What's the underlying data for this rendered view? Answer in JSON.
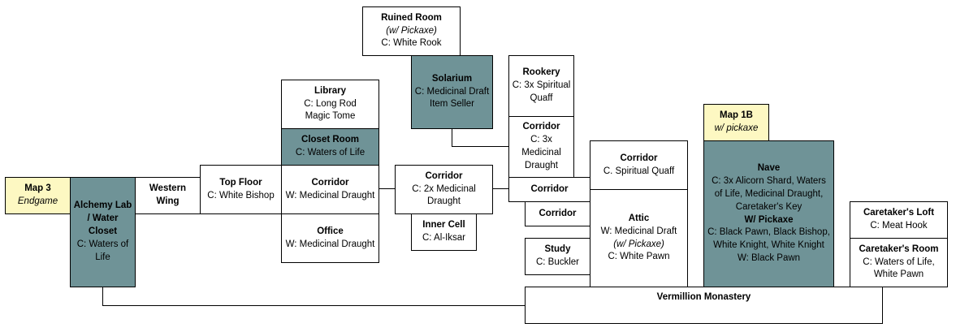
{
  "rooms": {
    "map3": {
      "title": "Map 3",
      "note": "Endgame"
    },
    "alchemy_lab": {
      "title": "Alchemy Lab / Water Closet",
      "contents": "C: Waters of Life"
    },
    "western_wing": {
      "title": "Western Wing"
    },
    "top_floor": {
      "title": "Top Floor",
      "contents": "C: White Bishop"
    },
    "library": {
      "title": "Library",
      "line1": "C: Long Rod",
      "line2": "Magic Tome"
    },
    "closet_room": {
      "title": "Closet Room",
      "contents": "C: Waters of Life"
    },
    "corridor_w": {
      "title": "Corridor",
      "contents": "W: Medicinal Draught"
    },
    "office": {
      "title": "Office",
      "contents": "W: Medicinal Draught"
    },
    "ruined_room": {
      "title": "Ruined Room",
      "note": "(w/ Pickaxe)",
      "contents": "C: White Rook"
    },
    "solarium": {
      "title": "Solarium",
      "line1": "C: Medicinal Draft",
      "line2": "Item Seller"
    },
    "corridor_mid": {
      "title": "Corridor",
      "contents": "C: 2x Medicinal Draught"
    },
    "inner_cell": {
      "title": "Inner Cell",
      "contents": "C: Al-Iksar"
    },
    "rookery": {
      "title": "Rookery",
      "contents": "C: 3x Spiritual Quaff"
    },
    "corridor_r1": {
      "title": "Corridor",
      "contents": "C: 3x Medicinal Draught"
    },
    "corridor_r2": {
      "title": "Corridor"
    },
    "corridor_r3": {
      "title": "Corridor"
    },
    "study": {
      "title": "Study",
      "contents": "C: Buckler"
    },
    "corridor_sq": {
      "title": "Corridor",
      "contents": "C. Spiritual Quaff"
    },
    "attic": {
      "title": "Attic",
      "line1": "W: Medicinal Draft",
      "note": "(w/ Pickaxe)",
      "line2": "C: White Pawn"
    },
    "map1b": {
      "title": "Map 1B",
      "note": "w/ pickaxe"
    },
    "nave": {
      "title": "Nave",
      "line1": "C: 3x Alicorn Shard, Waters of Life, Medicinal Draught, Caretaker's Key",
      "subtitle": "W/ Pickaxe",
      "line2": "C: Black Pawn, Black Bishop, White Knight, White Knight",
      "line3": "W: Black Pawn"
    },
    "caretakers_loft": {
      "title": "Caretaker's Loft",
      "contents": "C: Meat Hook"
    },
    "caretakers_room": {
      "title": "Caretaker's Room",
      "contents": "C: Waters of Life, White Pawn"
    },
    "vermillion": {
      "title": "Vermillion Monastery"
    }
  },
  "colors": {
    "teal": "#6f9397",
    "yellow": "#fdf8c2",
    "border": "#000000"
  }
}
